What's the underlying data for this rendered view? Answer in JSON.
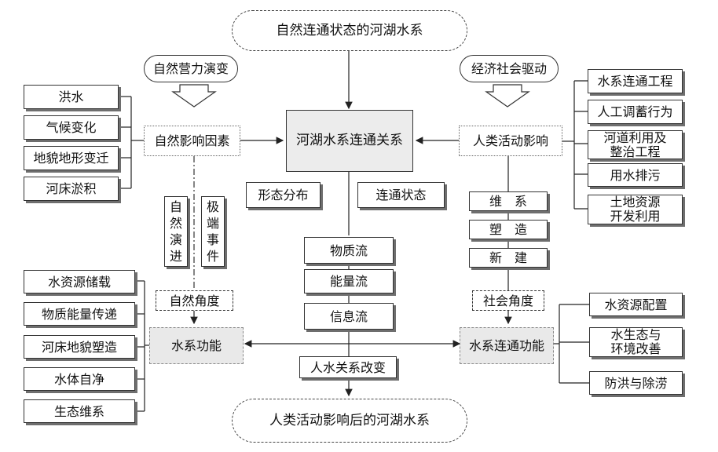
{
  "top_cloud": "自然连通状态的河湖水系",
  "bottom_cloud": "人类活动影响后的河湖水系",
  "center": {
    "main": "河湖水系连通关系",
    "form": "形态分布",
    "state": "连通状态",
    "flows": [
      "物质流",
      "能量流",
      "信息流"
    ],
    "change": "人水关系改变"
  },
  "left": {
    "evolution": "自然营力演变",
    "factors_label": "自然影响因素",
    "factors": [
      "洪水",
      "气候变化",
      "地貌地形变迁",
      "河床淤积"
    ],
    "natural_evolution": "自然演进",
    "extreme_events": "极端事件",
    "angle": "自然角度",
    "function_label": "水系功能",
    "functions": [
      "水资源储载",
      "物质能量传递",
      "河床地貌塑造",
      "水体自净",
      "生态维系"
    ]
  },
  "right": {
    "drive": "经济社会驱动",
    "impact_label": "人类活动影响",
    "activities": [
      "水系连通工程",
      "人工调蓄行为",
      "河道利用及\n整治工程",
      "用水排污",
      "土地资源\n开发利用"
    ],
    "actions": [
      "维　系",
      "塑　造",
      "新　建"
    ],
    "angle": "社会角度",
    "function_label": "水系连通功能",
    "functions": [
      "水资源配置",
      "水生态与\n环境改善",
      "防洪与除涝"
    ]
  }
}
